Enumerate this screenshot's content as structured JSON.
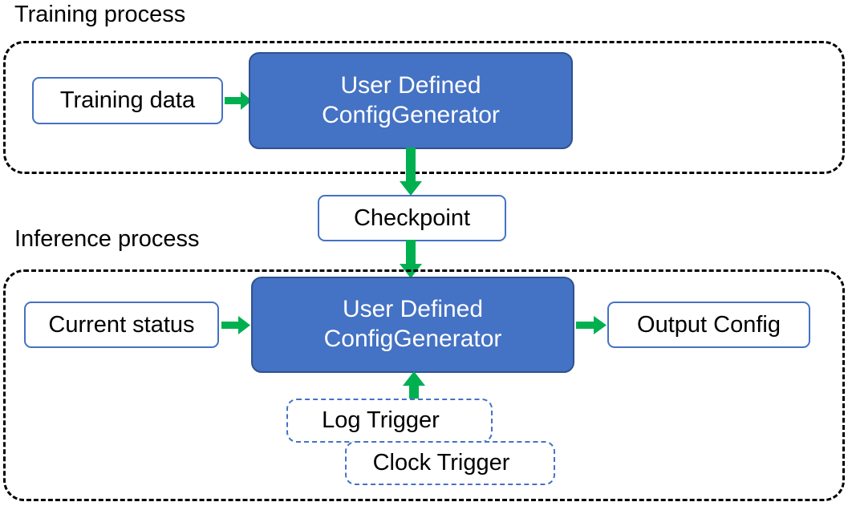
{
  "diagram": {
    "title_training": "Training process",
    "title_inference": "Inference process",
    "colors": {
      "accent_blue_fill": "#4472C4",
      "accent_blue_border": "#2F528F",
      "node_border_blue": "#4472C4",
      "arrow_green": "#00B050",
      "group_border": "#000000",
      "text_dark": "#000000",
      "text_light": "#FFFFFF",
      "background": "#FFFFFF"
    },
    "training_section": {
      "label": "Training process",
      "nodes": {
        "training_data": "Training data",
        "config_generator_line1": "User Defined",
        "config_generator_line2": "ConfigGenerator"
      }
    },
    "bridge": {
      "checkpoint": "Checkpoint"
    },
    "inference_section": {
      "label": "Inference process",
      "nodes": {
        "current_status": "Current status",
        "config_generator_line1": "User Defined",
        "config_generator_line2": "ConfigGenerator",
        "output_config": "Output Config",
        "log_trigger": "Log Trigger",
        "clock_trigger": "Clock Trigger"
      }
    },
    "arrows": [
      {
        "name": "training-data-to-generator",
        "from": "Training data",
        "to": "User Defined ConfigGenerator",
        "direction": "right"
      },
      {
        "name": "generator-to-checkpoint",
        "from": "User Defined ConfigGenerator",
        "to": "Checkpoint",
        "direction": "down"
      },
      {
        "name": "checkpoint-to-inference-generator",
        "from": "Checkpoint",
        "to": "User Defined ConfigGenerator",
        "direction": "down"
      },
      {
        "name": "current-status-to-generator",
        "from": "Current status",
        "to": "User Defined ConfigGenerator",
        "direction": "right"
      },
      {
        "name": "generator-to-output-config",
        "from": "User Defined ConfigGenerator",
        "to": "Output Config",
        "direction": "right"
      },
      {
        "name": "triggers-to-generator",
        "from": "Log Trigger / Clock Trigger",
        "to": "User Defined ConfigGenerator",
        "direction": "up"
      }
    ]
  }
}
